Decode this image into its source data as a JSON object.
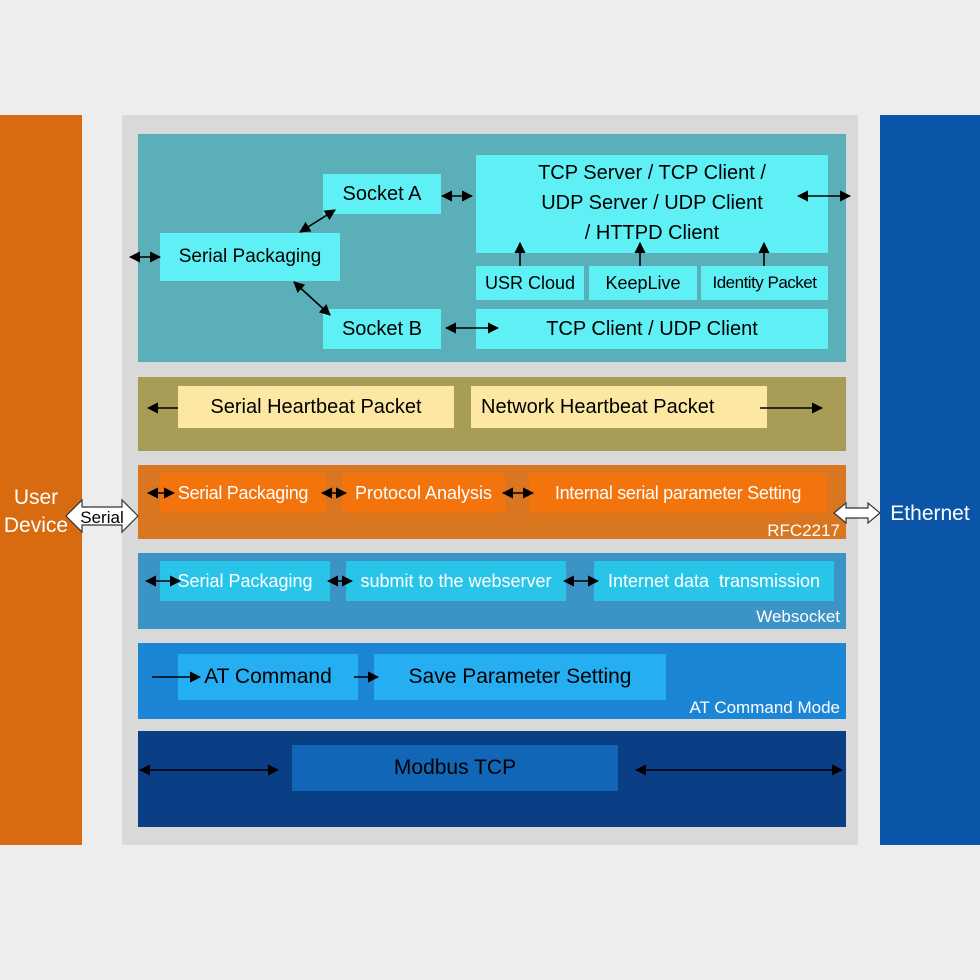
{
  "left_side": {
    "label_line1": "User",
    "label_line2": "Device",
    "connector_label": "Serial"
  },
  "right_side": {
    "label": "Ethernet"
  },
  "layer_socket": {
    "serial_packaging": "Serial Packaging",
    "socket_a": "Socket A",
    "socket_b": "Socket B",
    "tcp_server_line1": "TCP Server / TCP Client /",
    "tcp_server_line2": "UDP Server / UDP Client",
    "tcp_server_line3": "/ HTTPD Client",
    "usr_cloud": "USR Cloud",
    "keeplive": "KeepLive",
    "identity_packet": "Identity Packet",
    "tcp_client_udp_client": "TCP Client / UDP Client"
  },
  "layer_heartbeat": {
    "serial_heartbeat": "Serial Heartbeat Packet",
    "network_heartbeat": "Network Heartbeat Packet"
  },
  "layer_rfc2217": {
    "serial_packaging": "Serial Packaging",
    "protocol_analysis": "Protocol Analysis",
    "internal_setting": "Internal serial parameter Setting",
    "label": "RFC2217"
  },
  "layer_websocket": {
    "serial_packaging": "Serial Packaging",
    "submit_webserver": "submit to the webserver",
    "internet_transmission": "Internet data  transmission",
    "label": "Websocket"
  },
  "layer_at_command": {
    "at_command": "AT Command",
    "save_parameter": "Save Parameter Setting",
    "label": "AT Command Mode"
  },
  "layer_modbus": {
    "modbus_tcp": "Modbus TCP"
  },
  "colors": {
    "user_device": "#d86a10",
    "ethernet": "#0b55a8",
    "socket_layer": "#5aafb8",
    "heartbeat_layer": "#a79d57",
    "rfc2217_layer": "#d9761f",
    "websocket_layer": "#3c93c6",
    "at_command_layer": "#1b86d6",
    "modbus_layer": "#0a3f85"
  }
}
